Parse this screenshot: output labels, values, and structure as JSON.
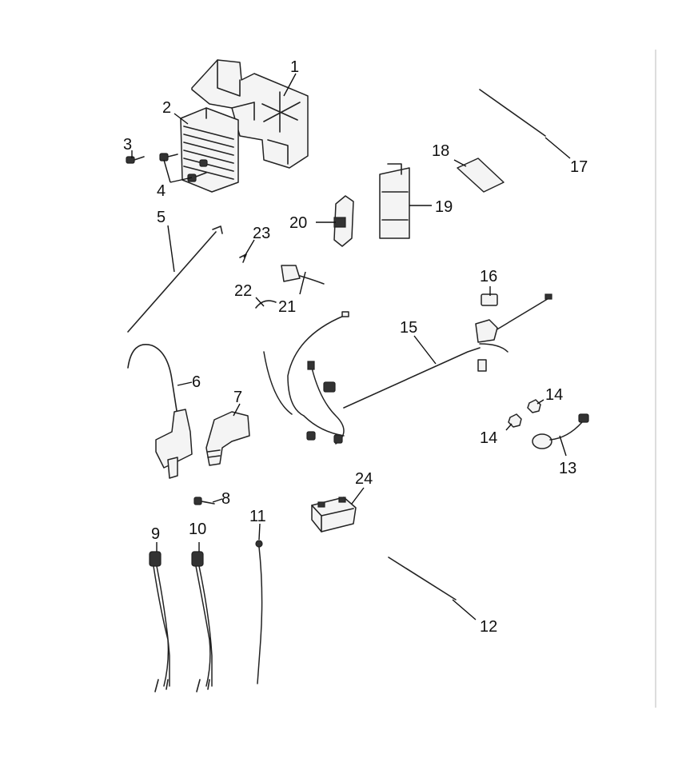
{
  "callouts": [
    {
      "id": "1",
      "text": "1"
    },
    {
      "id": "2",
      "text": "2"
    },
    {
      "id": "3",
      "text": "3"
    },
    {
      "id": "4",
      "text": "4"
    },
    {
      "id": "5",
      "text": "5"
    },
    {
      "id": "6",
      "text": "6"
    },
    {
      "id": "7",
      "text": "7"
    },
    {
      "id": "8",
      "text": "8"
    },
    {
      "id": "9",
      "text": "9"
    },
    {
      "id": "10",
      "text": "10"
    },
    {
      "id": "11",
      "text": "11"
    },
    {
      "id": "12",
      "text": "12"
    },
    {
      "id": "13",
      "text": "13"
    },
    {
      "id": "14a",
      "text": "14"
    },
    {
      "id": "14b",
      "text": "14"
    },
    {
      "id": "15",
      "text": "15"
    },
    {
      "id": "16",
      "text": "16"
    },
    {
      "id": "17",
      "text": "17"
    },
    {
      "id": "18",
      "text": "18"
    },
    {
      "id": "19",
      "text": "19"
    },
    {
      "id": "20",
      "text": "20"
    },
    {
      "id": "21",
      "text": "21"
    },
    {
      "id": "22",
      "text": "22"
    },
    {
      "id": "23",
      "text": "23"
    },
    {
      "id": "24",
      "text": "24"
    }
  ]
}
